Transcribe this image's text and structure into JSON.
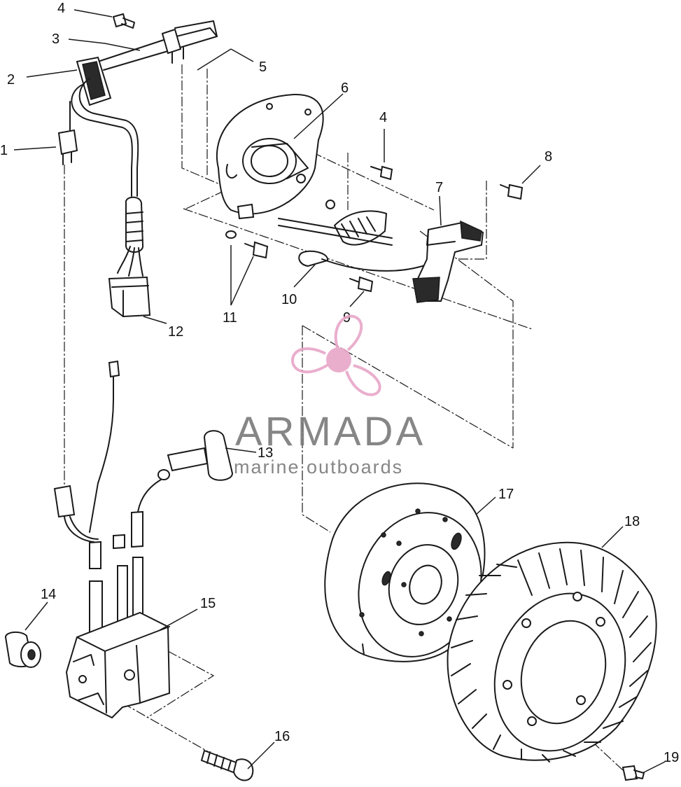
{
  "callouts": [
    {
      "id": "c1",
      "label": "1"
    },
    {
      "id": "c2",
      "label": "2"
    },
    {
      "id": "c3",
      "label": "3"
    },
    {
      "id": "c4a",
      "label": "4"
    },
    {
      "id": "c5",
      "label": "5"
    },
    {
      "id": "c6",
      "label": "6"
    },
    {
      "id": "c4b",
      "label": "4"
    },
    {
      "id": "c8",
      "label": "8"
    },
    {
      "id": "c7",
      "label": "7"
    },
    {
      "id": "c10",
      "label": "10"
    },
    {
      "id": "c11",
      "label": "11"
    },
    {
      "id": "c9",
      "label": "9"
    },
    {
      "id": "c12",
      "label": "12"
    },
    {
      "id": "c13",
      "label": "13"
    },
    {
      "id": "c17",
      "label": "17"
    },
    {
      "id": "c18",
      "label": "18"
    },
    {
      "id": "c14",
      "label": "14"
    },
    {
      "id": "c15",
      "label": "15"
    },
    {
      "id": "c16",
      "label": "16"
    },
    {
      "id": "c19",
      "label": "19"
    }
  ],
  "watermark": {
    "title": "ARMADA",
    "subtitle": "marine outboards",
    "logo_icon": "propeller-icon",
    "title_color": "#7a7a7a",
    "logo_color": "#e8a6c8"
  }
}
